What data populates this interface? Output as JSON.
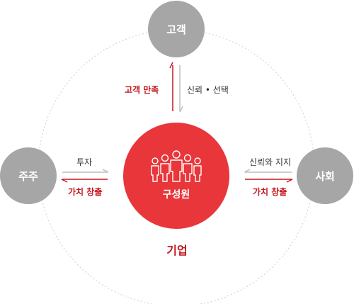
{
  "nodes": {
    "customer": "고객",
    "shareholder": "주주",
    "society": "사회",
    "members": "구성원"
  },
  "company": "기업",
  "flows": {
    "customer_satisfaction": "고객 만족",
    "trust_choice": "신뢰 • 선택",
    "investment": "투자",
    "value_creation_left": "가치 창출",
    "trust_support": "신뢰와 지지",
    "value_creation_right": "가치 창출"
  },
  "colors": {
    "accent": "#e8363a",
    "accent_dark": "#c4161c",
    "node_gray": "#a6a6a6",
    "arrow_gray": "#bdbdbd",
    "orbit": "#cfcfcf"
  },
  "icons": [
    "people-group-icon"
  ]
}
